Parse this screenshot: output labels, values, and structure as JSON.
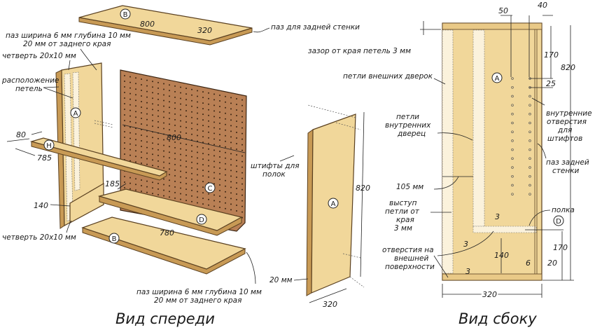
{
  "front_view": {
    "title": "Вид спереди",
    "top_board": {
      "tag": "B",
      "length": "800",
      "depth": "320",
      "callout": "паз для задней стенки"
    },
    "groove_note_top": [
      "паз ширина 6 мм глубина 10 мм",
      "20 мм от заднего края"
    ],
    "rabbet_top": "четверть 20x10 мм",
    "hinge_location": [
      "расположение",
      "петель"
    ],
    "side_panel_tag": "A",
    "pegboard": {
      "tag": "C",
      "width": "800"
    },
    "shelf_h": {
      "tag": "H",
      "depth": "80",
      "length": "785"
    },
    "shelf_d": {
      "tag": "D",
      "depth": "185",
      "length": "780"
    },
    "door_dim": "140",
    "rabbet_bottom": "четверть 20x10 мм",
    "bottom_board_tag": "B",
    "groove_note_bottom": [
      "паз ширина 6 мм глубина 10 мм",
      "20 мм от заднего края"
    ]
  },
  "middle_panel": {
    "tag": "A",
    "pins_label": [
      "штифты для",
      "полок"
    ],
    "height": "820",
    "depth": "320",
    "offset": "20 мм"
  },
  "side_view": {
    "title": "Вид сбоку",
    "tag": "A",
    "shelf_tag": "D",
    "hinge_gap": "зазор от края петель 3 мм",
    "outer_hinges": "петли внешних дверок",
    "inner_hinges": [
      "петли",
      "внутренних",
      "дверец"
    ],
    "inner_holes": [
      "внутренние",
      "отверстия",
      "для",
      "штифтов"
    ],
    "back_groove": [
      "паз задней",
      "стенки"
    ],
    "dim_105": "105 мм",
    "hinge_protrusion": [
      "выступ",
      "петли от",
      "края",
      "3 мм"
    ],
    "outer_holes": [
      "отверстия на",
      "внешней",
      "поверхности"
    ],
    "shelf_label": "полка",
    "dims": {
      "d50": "50",
      "d40": "40",
      "d170_top": "170",
      "d820": "820",
      "d25": "25",
      "d3_a": "3",
      "d3_b": "3",
      "d3_c": "3",
      "d140": "140",
      "d170_bottom": "170",
      "d6": "6",
      "d20": "20",
      "d320": "320"
    }
  }
}
